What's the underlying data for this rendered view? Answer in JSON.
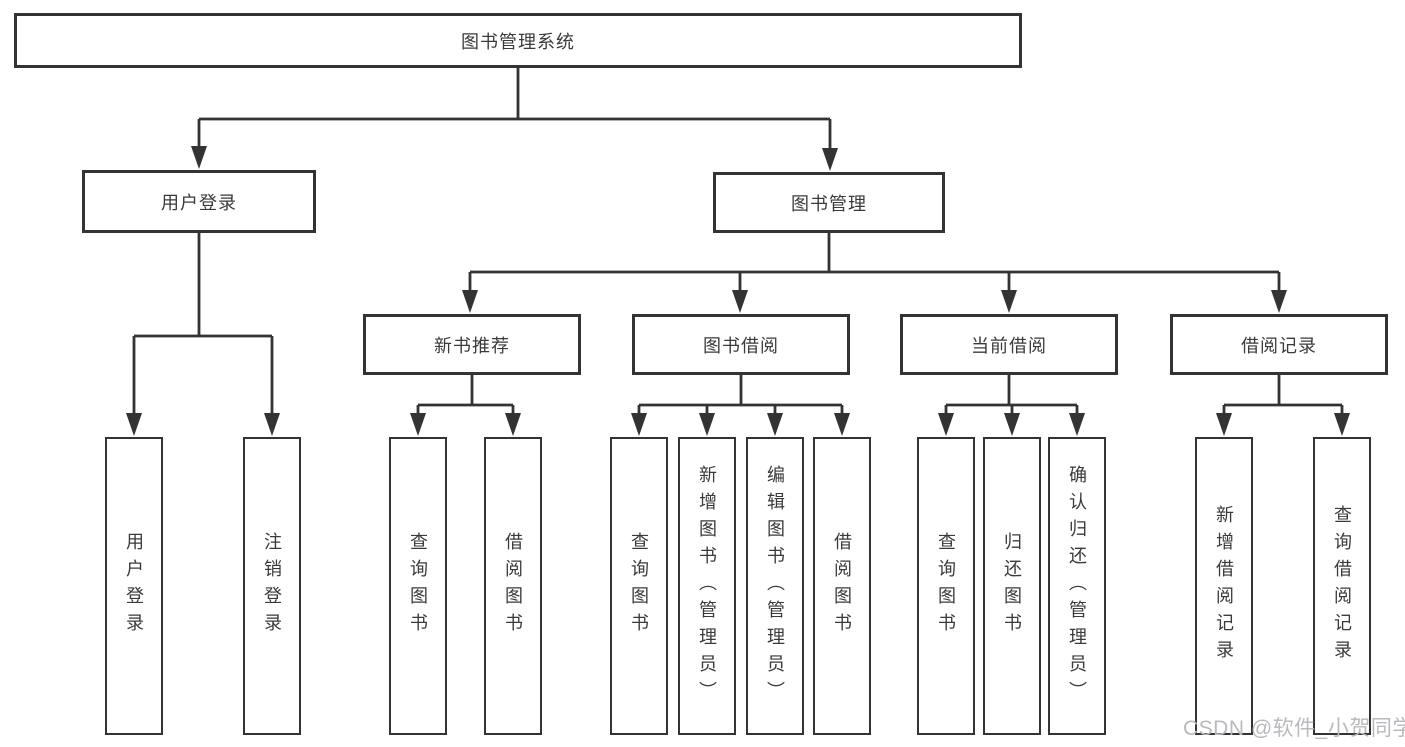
{
  "tree": {
    "root": {
      "label": "图书管理系统"
    },
    "branches": [
      {
        "label": "用户登录",
        "children": [
          {
            "label": "用户登录"
          },
          {
            "label": "注销登录"
          }
        ]
      },
      {
        "label": "图书管理",
        "children": [
          {
            "label": "新书推荐",
            "children": [
              {
                "label": "查询图书"
              },
              {
                "label": "借阅图书"
              }
            ]
          },
          {
            "label": "图书借阅",
            "children": [
              {
                "label": "查询图书"
              },
              {
                "label": "新增图书（管理员）"
              },
              {
                "label": "编辑图书（管理员）"
              },
              {
                "label": "借阅图书"
              }
            ]
          },
          {
            "label": "当前借阅",
            "children": [
              {
                "label": "查询图书"
              },
              {
                "label": "归还图书"
              },
              {
                "label": "确认归还（管理员）"
              }
            ]
          },
          {
            "label": "借阅记录",
            "children": [
              {
                "label": "新增借阅记录"
              },
              {
                "label": "查询借阅记录"
              }
            ]
          }
        ]
      }
    ]
  },
  "watermark": {
    "text": "CSDN @软件_小贺同学"
  },
  "colors": {
    "line": "#333333",
    "box_border": "#333333",
    "text": "#3a3a3a",
    "background": "#ffffff",
    "watermark": "#b9b9be"
  }
}
